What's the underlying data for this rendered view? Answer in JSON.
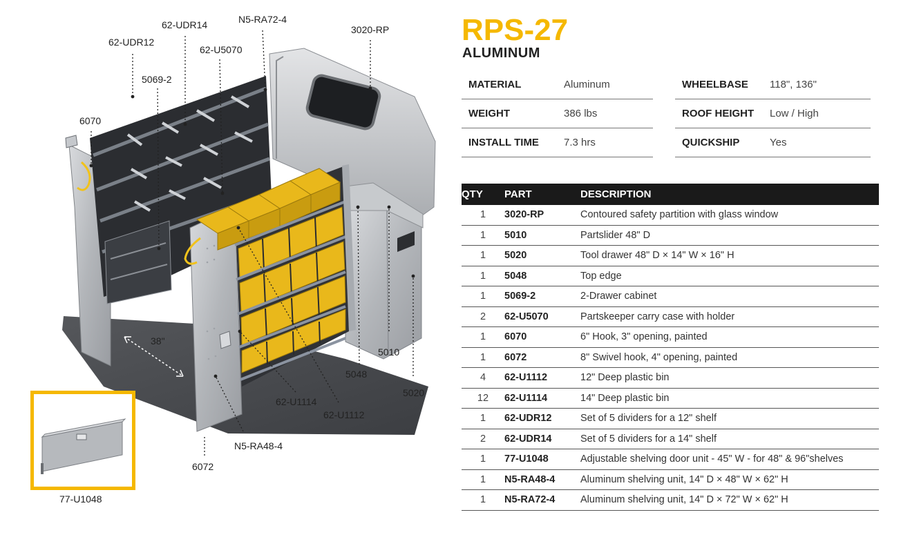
{
  "product": {
    "name": "RPS-27",
    "material_type": "ALUMINUM"
  },
  "specs_left": [
    {
      "label": "MATERIAL",
      "value": "Aluminum"
    },
    {
      "label": "WEIGHT",
      "value": "386 lbs"
    },
    {
      "label": "INSTALL TIME",
      "value": "7.3 hrs"
    }
  ],
  "specs_right": [
    {
      "label": "WHEELBASE",
      "value": "118\", 136\""
    },
    {
      "label": "ROOF HEIGHT",
      "value": "Low / High"
    },
    {
      "label": "QUICKSHIP",
      "value": "Yes"
    }
  ],
  "parts_table": {
    "headers": {
      "qty": "QTY",
      "part": "PART",
      "description": "DESCRIPTION"
    },
    "rows": [
      {
        "qty": "1",
        "part": "3020-RP",
        "description": "Contoured safety partition with glass window"
      },
      {
        "qty": "1",
        "part": "5010",
        "description": "Partslider 48\" D"
      },
      {
        "qty": "1",
        "part": "5020",
        "description": "Tool drawer 48\" D × 14\" W × 16\" H"
      },
      {
        "qty": "1",
        "part": "5048",
        "description": "Top edge"
      },
      {
        "qty": "1",
        "part": "5069-2",
        "description": "2-Drawer cabinet"
      },
      {
        "qty": "2",
        "part": "62-U5070",
        "description": "Partskeeper carry case with holder"
      },
      {
        "qty": "1",
        "part": "6070",
        "description": "6\" Hook, 3\" opening, painted"
      },
      {
        "qty": "1",
        "part": "6072",
        "description": "8\" Swivel hook, 4\" opening, painted"
      },
      {
        "qty": "4",
        "part": "62-U1112",
        "description": "12\" Deep plastic bin"
      },
      {
        "qty": "12",
        "part": "62-U1114",
        "description": "14\" Deep plastic bin"
      },
      {
        "qty": "1",
        "part": "62-UDR12",
        "description": "Set of 5 dividers for a 12\" shelf"
      },
      {
        "qty": "2",
        "part": "62-UDR14",
        "description": "Set of 5 dividers for a 14\" shelf"
      },
      {
        "qty": "1",
        "part": "77-U1048",
        "description": "Adjustable shelving door unit - 45\" W - for 48\" & 96\"shelves"
      },
      {
        "qty": "1",
        "part": "N5-RA48-4",
        "description": "Aluminum shelving unit, 14\" D × 48\" W × 62\" H"
      },
      {
        "qty": "1",
        "part": "N5-RA72-4",
        "description": "Aluminum shelving unit, 14\" D × 72\" W × 62\" H"
      }
    ]
  },
  "callouts": {
    "udr14": "62-UDR14",
    "ra72": "N5-RA72-4",
    "rp3020": "3020-RP",
    "udr12": "62-UDR12",
    "u5070": "62-U5070",
    "c5069": "5069-2",
    "c6070": "6070",
    "dim38": "38\"",
    "c5010": "5010",
    "c5048": "5048",
    "c5020": "5020",
    "u1114": "62-U1114",
    "u1112": "62-U1112",
    "ra48": "N5-RA48-4",
    "c6072": "6072",
    "u1048": "77-U1048"
  },
  "colors": {
    "accent": "#f5b800",
    "bin_yellow": "#e9b81b",
    "dark": "#1a1a1a",
    "aluminum": "#b9bcc0",
    "floor": "#4a4c50"
  }
}
